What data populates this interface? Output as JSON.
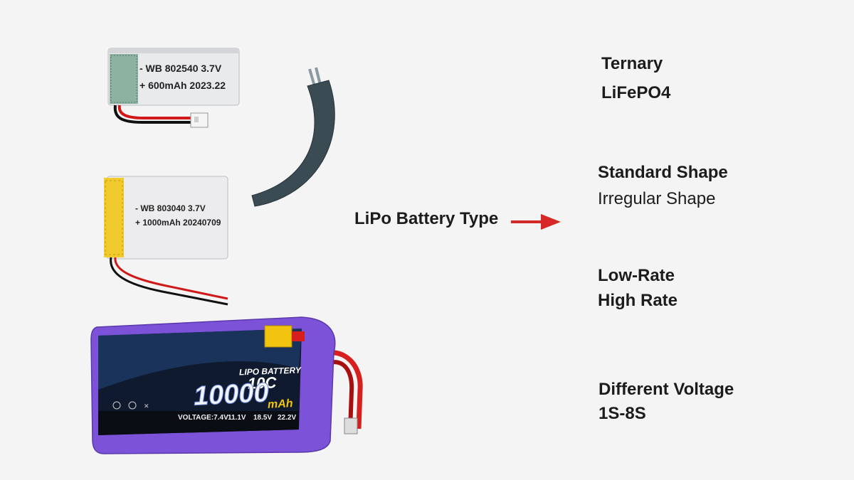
{
  "center_label": "LiPo Battery Type",
  "colors": {
    "arrow": "#d62828",
    "purple_pack": "#7b4fd6",
    "yellow_wrap": "#f1c40f",
    "curve_cell": "#3c4c55"
  },
  "battery_small": {
    "line1": "-  WB 802540 3.7V",
    "line2": "+ 600mAh 2023.22"
  },
  "battery_medium": {
    "line1": "- WB 803040 3.7V",
    "line2": "+ 1000mAh 20240709"
  },
  "battery_pack": {
    "brand": "LIPO BATTERY",
    "rate": "10C",
    "capacity": "10000",
    "unit": "mAh",
    "voltage_label": "VOLTAGE:7.4V",
    "voltage_options": [
      "11.1V",
      "18.5V",
      "22.2V"
    ]
  },
  "categories": [
    {
      "line1": "Ternary",
      "line2": "LiFePO4"
    },
    {
      "line1": "Standard Shape",
      "line2": "Irregular Shape"
    },
    {
      "line1": "Low-Rate",
      "line2": "High Rate"
    },
    {
      "line1": "Different Voltage",
      "line2": "1S-8S"
    }
  ]
}
